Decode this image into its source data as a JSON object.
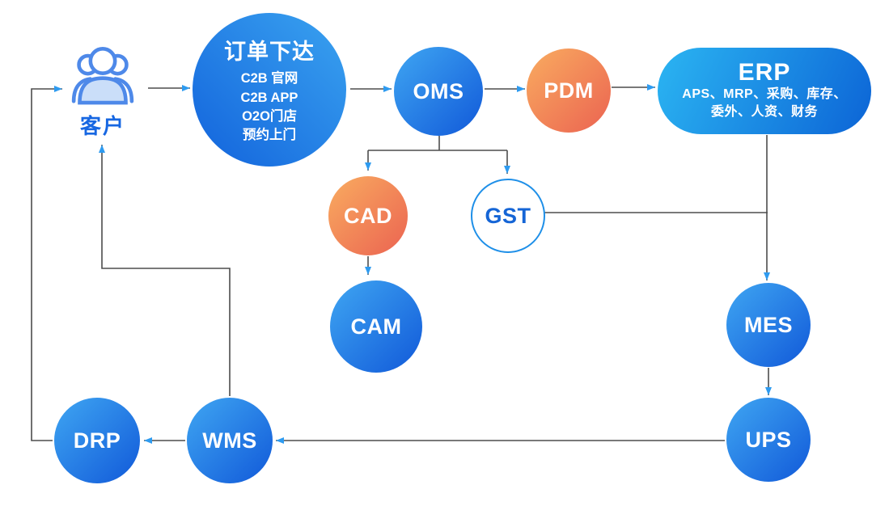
{
  "diagram": {
    "title_hint": "order-to-delivery system flow",
    "nodes": {
      "customer": {
        "label": "客户"
      },
      "order": {
        "title": "订单下达",
        "items": [
          "C2B 官网",
          "C2B APP",
          "O2O门店",
          "预约上门"
        ]
      },
      "oms": {
        "label": "OMS"
      },
      "pdm": {
        "label": "PDM"
      },
      "erp": {
        "title": "ERP",
        "line1": "APS、MRP、采购、库存、",
        "line2": "委外、人资、财务"
      },
      "cad": {
        "label": "CAD"
      },
      "gst": {
        "label": "GST"
      },
      "cam": {
        "label": "CAM"
      },
      "mes": {
        "label": "MES"
      },
      "ups": {
        "label": "UPS"
      },
      "wms": {
        "label": "WMS"
      },
      "drp": {
        "label": "DRP"
      }
    },
    "flows": [
      "customer → order",
      "order → oms",
      "oms → pdm",
      "pdm → erp",
      "oms → cad",
      "oms → gst",
      "cad → cam",
      "gst → erp-mes-line",
      "erp → mes",
      "mes → ups",
      "ups → wms",
      "wms → drp",
      "drp → customer",
      "wms → customer"
    ]
  },
  "colors": {
    "background": "#FFFFFF",
    "blue_light": "#3FA6F2",
    "blue_dark": "#1159D9",
    "big_light": "#3AA3F0",
    "big_dark": "#1263DC",
    "orange_light": "#F9AC60",
    "orange_dark": "#EB6351",
    "erp_light": "#2BB5F2",
    "erp_dark": "#0C64D6",
    "gst_border": "#1E8FE8",
    "gst_text": "#1565D6",
    "line": "#4D4D4D",
    "arrowhead": "#2E9BF0",
    "customer_label": "#1767E2",
    "icon_stroke": "#4E89E9",
    "icon_fill": "#CADEF9"
  }
}
